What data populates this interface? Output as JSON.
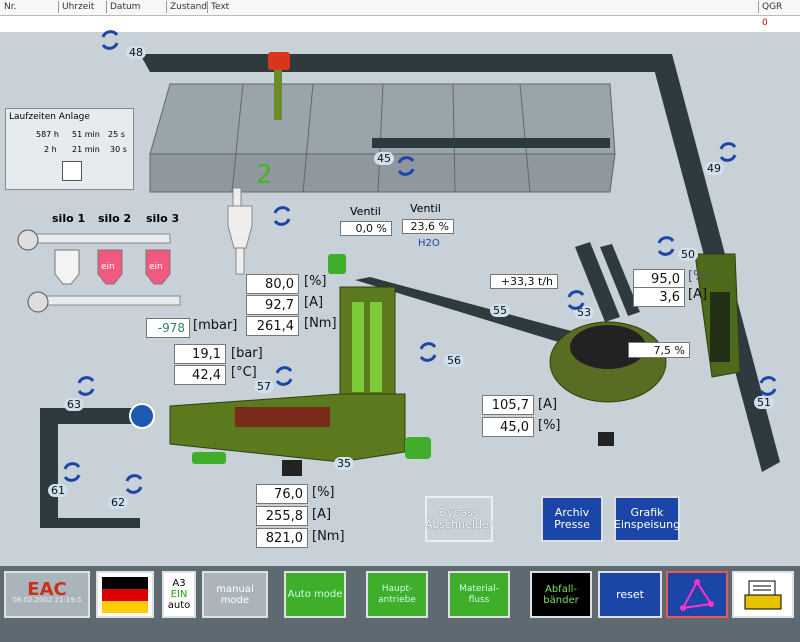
{
  "alarm_header": {
    "col_nr": "Nr.",
    "col_uhrzeit": "Uhrzeit",
    "col_datum": "Datum",
    "col_zustand": "Zustand",
    "col_text": "Text",
    "col_qgr": "QGR",
    "qgr_value": "0"
  },
  "runtime": {
    "title": "Laufzeiten Anlage",
    "r1": [
      "587 h",
      "51 min",
      "25 s"
    ],
    "r2": [
      "2 h",
      "21 min",
      "30 s"
    ]
  },
  "silos": {
    "s1": "silo 1",
    "s2": "silo 2",
    "s3": "silo 3",
    "fill_label": "ein"
  },
  "ventil": {
    "label1": "Ventil",
    "label2": "Ventil",
    "v1": "0,0 %",
    "v2": "23,6 %",
    "h2o": "H2O"
  },
  "flow": {
    "value": "+33,3 t/h"
  },
  "numbers": {
    "n48": "48",
    "n45": "45",
    "n49": "49",
    "n50": "50",
    "n53": "53",
    "n55": "55",
    "n56": "56",
    "n57": "57",
    "n63": "63",
    "n61": "61",
    "n62": "62",
    "n51": "51",
    "n35": "35",
    "bin2": "2"
  },
  "motor_a": {
    "v1": "80,0",
    "u1": "[%]",
    "v2": "92,7",
    "u2": "[A]",
    "v3": "261,4",
    "u3": "[Nm]"
  },
  "pressure": {
    "v": "-978",
    "u": "[mbar]"
  },
  "hydraulic": {
    "v1": "19,1",
    "u1": "[bar]",
    "v2": "42,4",
    "u2": "[°C]"
  },
  "motor_b": {
    "v1": "95,0",
    "u1": "[%]",
    "v2": "3,6",
    "u2": "[A]"
  },
  "drum": {
    "v": "7,5 %"
  },
  "motor_c": {
    "v1": "105,7",
    "u1": "[A]",
    "v2": "45,0",
    "u2": "[%]"
  },
  "motor_d": {
    "v1": "76,0",
    "u1": "[%]",
    "v2": "255,8",
    "u2": "[A]",
    "v3": "821,0",
    "u3": "[Nm]"
  },
  "buttons": {
    "bypass": "Bypass Abschneider",
    "archiv": "Archiv Presse",
    "grafik": "Grafik Einspeisung"
  },
  "footer": {
    "logo": "EAC",
    "datetime": "08.02.2002 21:19:5",
    "a3": "A3",
    "ein": "EIN",
    "auto": "auto",
    "manual": "manual mode",
    "automode": "Auto mode",
    "haupt": "Haupt- antriebe",
    "material": "Material- fluss",
    "abfall": "Abfall- bänder",
    "reset": "reset"
  },
  "colors": {
    "bg": "#c7d1d7",
    "conveyor": "#2b3a3f",
    "machine": "#5d7a1f",
    "accent_green": "#45b41e",
    "blue": "#1c45a8"
  }
}
